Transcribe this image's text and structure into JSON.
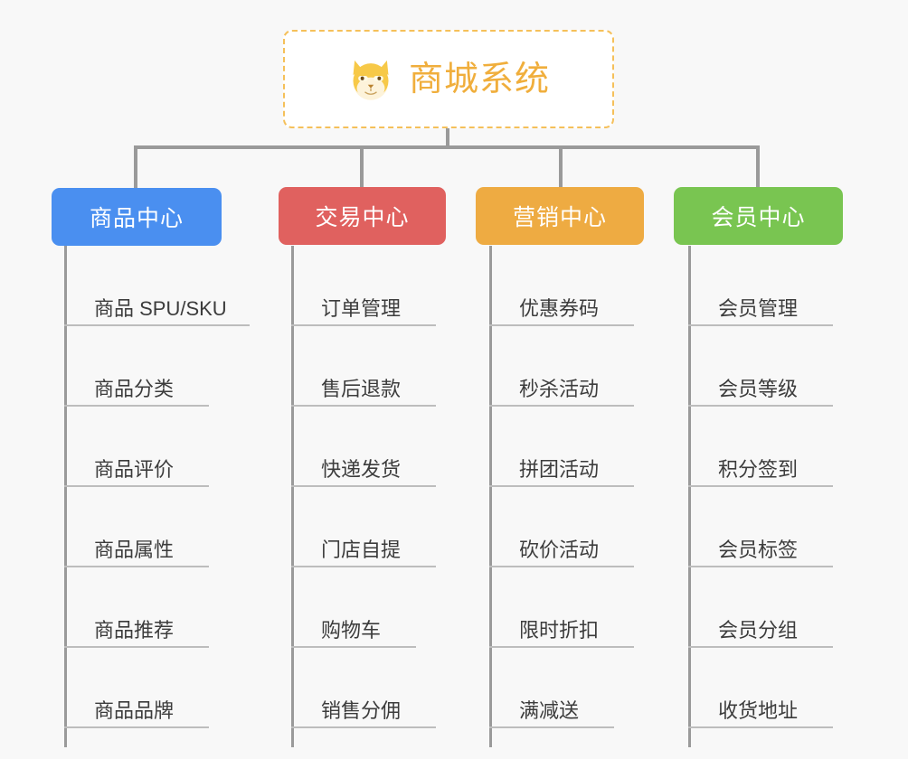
{
  "diagram": {
    "title": "商城系统",
    "background_color": "#f8f8f8",
    "root": {
      "label": "商城系统",
      "icon": "shiba-dog-icon",
      "text_color": "#f0ae3c",
      "border_color": "#f5c05a",
      "fill_color": "#ffffff"
    },
    "connector_color": "#9a9a9a",
    "leaf_text_color": "#3c3c3c",
    "leaf_rule_color": "#bdbdbd",
    "columns": [
      {
        "label": "商品中心",
        "color": "#4a8ff0",
        "items": [
          "商品 SPU/SKU",
          "商品分类",
          "商品评价",
          "商品属性",
          "商品推荐",
          "商品品牌"
        ]
      },
      {
        "label": "交易中心",
        "color": "#e0615f",
        "items": [
          "订单管理",
          "售后退款",
          "快递发货",
          "门店自提",
          "购物车",
          "销售分佣"
        ]
      },
      {
        "label": "营销中心",
        "color": "#eeab42",
        "items": [
          "优惠券码",
          "秒杀活动",
          "拼团活动",
          "砍价活动",
          "限时折扣",
          "满减送"
        ]
      },
      {
        "label": "会员中心",
        "color": "#79c551",
        "items": [
          "会员管理",
          "会员等级",
          "积分签到",
          "会员标签",
          "会员分组",
          "收货地址"
        ]
      }
    ]
  }
}
